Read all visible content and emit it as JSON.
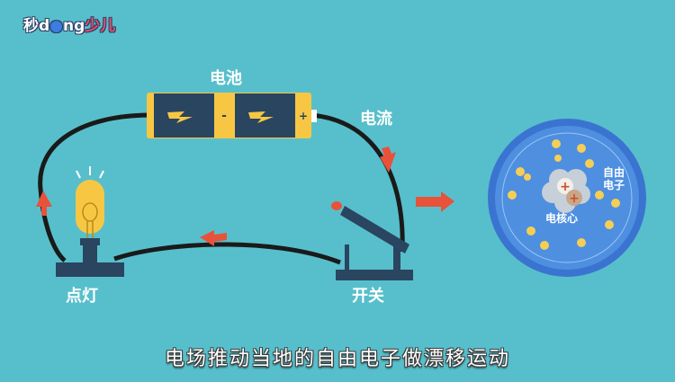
{
  "logo": {
    "part1": "秒d",
    "part2": "ng",
    "part3": "少儿"
  },
  "labels": {
    "battery": "电池",
    "current": "电流",
    "lamp": "点灯",
    "switch": "开关"
  },
  "atom": {
    "nucleus": "电核心",
    "free_electrons_line1": "自由",
    "free_electrons_line2": "电子",
    "nucleus_signs": [
      "+",
      "+"
    ]
  },
  "battery": {
    "minus": "-",
    "plus": "+"
  },
  "subtitle": "电场推动当地的自由电子做漂移运动",
  "colors": {
    "background": "#57BFCB",
    "wire": "#1a1a1a",
    "arrow": "#E8523A",
    "battery_body": "#2A4560",
    "battery_cap": "#F7C744",
    "atom_fill": "#4E8FE0",
    "atom_rim": "#3A74D0"
  }
}
